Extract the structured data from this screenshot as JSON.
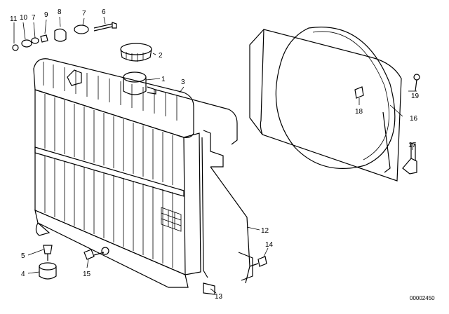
{
  "diagram": {
    "callouts": [
      {
        "id": "c11",
        "text": "11"
      },
      {
        "id": "c10",
        "text": "10"
      },
      {
        "id": "c7a",
        "text": "7"
      },
      {
        "id": "c9",
        "text": "9"
      },
      {
        "id": "c8",
        "text": "8"
      },
      {
        "id": "c7b",
        "text": "7"
      },
      {
        "id": "c6",
        "text": "6"
      },
      {
        "id": "c2",
        "text": "2"
      },
      {
        "id": "c1",
        "text": "1"
      },
      {
        "id": "c3",
        "text": "3"
      },
      {
        "id": "c19",
        "text": "19"
      },
      {
        "id": "c18",
        "text": "18"
      },
      {
        "id": "c16",
        "text": "16"
      },
      {
        "id": "c17",
        "text": "17"
      },
      {
        "id": "c12",
        "text": "12"
      },
      {
        "id": "c14",
        "text": "14"
      },
      {
        "id": "c5",
        "text": "5"
      },
      {
        "id": "c4",
        "text": "4"
      },
      {
        "id": "c15",
        "text": "15"
      },
      {
        "id": "c13",
        "text": "13"
      }
    ],
    "drawing_code": "00002450"
  }
}
